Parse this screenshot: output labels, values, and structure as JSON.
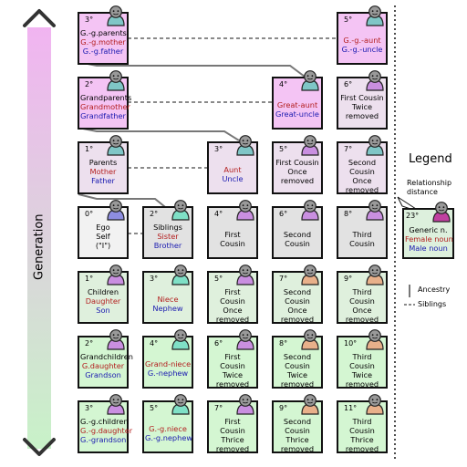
{
  "generation_label": "Generation",
  "legend": {
    "title": "Legend",
    "distance_label": "Relationship distance",
    "sample": {
      "degree": "23°",
      "lines": [
        "Generic n.",
        "Female noun",
        "Male noun"
      ]
    },
    "ancestry": "Ancestry",
    "siblings": "Siblings"
  },
  "colors": {
    "ancestors": "#f4c4f4",
    "ancestor_siblings": "#ede0ee",
    "ego": "#f2f2f2",
    "collateral_same_generation": "#e2e2e2",
    "descendants": "#dff0dd",
    "deep_descendants": "#d4f6d2",
    "male": "#1a1ab0",
    "female": "#b31e1e",
    "arrow_top": "#f1b4f1",
    "arrow_bottom": "#c8f2c8"
  },
  "nodes": [
    {
      "id": "gg-parents",
      "degree": "3°",
      "lines": [
        [
          "G.-g.parents",
          "m"
        ],
        [
          "G.-g.mother",
          "f"
        ],
        [
          "G.-g.father",
          "n"
        ]
      ]
    },
    {
      "id": "gg-aunt",
      "degree": "5°",
      "lines": [
        [
          "G.-g.-aunt",
          "f"
        ],
        [
          "G.-g.-uncle",
          "n"
        ]
      ]
    },
    {
      "id": "grandparents",
      "degree": "2°",
      "lines": [
        [
          "Grandparents",
          "m"
        ],
        [
          "Grandmother",
          "f"
        ],
        [
          "Grandfather",
          "n"
        ]
      ]
    },
    {
      "id": "great-aunt",
      "degree": "4°",
      "lines": [
        [
          "Great-aunt",
          "f"
        ],
        [
          "Great-uncle",
          "n"
        ]
      ]
    },
    {
      "id": "first-cousin-twice-removed-top",
      "degree": "6°",
      "lines": [
        [
          "First Cousin",
          "m"
        ],
        [
          "Twice",
          "m"
        ],
        [
          "removed",
          "m"
        ]
      ]
    },
    {
      "id": "parents",
      "degree": "1°",
      "lines": [
        [
          "Parents",
          "m"
        ],
        [
          "Mother",
          "f"
        ],
        [
          "Father",
          "n"
        ]
      ]
    },
    {
      "id": "aunt",
      "degree": "3°",
      "lines": [
        [
          "Aunt",
          "f"
        ],
        [
          "Uncle",
          "n"
        ]
      ]
    },
    {
      "id": "first-cousin-once-removed-top",
      "degree": "5°",
      "lines": [
        [
          "First Cousin",
          "m"
        ],
        [
          "Once",
          "m"
        ],
        [
          "removed",
          "m"
        ]
      ]
    },
    {
      "id": "second-cousin-once-removed-top",
      "degree": "7°",
      "lines": [
        [
          "Second",
          "m"
        ],
        [
          "Cousin",
          "m"
        ],
        [
          "Once",
          "m"
        ],
        [
          "removed",
          "m"
        ]
      ]
    },
    {
      "id": "ego",
      "degree": "0°",
      "lines": [
        [
          "Ego",
          "m"
        ],
        [
          "Self",
          "m"
        ],
        [
          "(\"I\")",
          "m"
        ]
      ]
    },
    {
      "id": "siblings",
      "degree": "2°",
      "lines": [
        [
          "Siblings",
          "m"
        ],
        [
          "Sister",
          "f"
        ],
        [
          "Brother",
          "n"
        ]
      ]
    },
    {
      "id": "first-cousin",
      "degree": "4°",
      "lines": [
        [
          "First",
          "m"
        ],
        [
          "Cousin",
          "m"
        ]
      ]
    },
    {
      "id": "second-cousin",
      "degree": "6°",
      "lines": [
        [
          "Second",
          "m"
        ],
        [
          "Cousin",
          "m"
        ]
      ]
    },
    {
      "id": "third-cousin",
      "degree": "8°",
      "lines": [
        [
          "Third",
          "m"
        ],
        [
          "Cousin",
          "m"
        ]
      ]
    },
    {
      "id": "children",
      "degree": "1°",
      "lines": [
        [
          "Children",
          "m"
        ],
        [
          "Daughter",
          "f"
        ],
        [
          "Son",
          "n"
        ]
      ]
    },
    {
      "id": "niece",
      "degree": "3°",
      "lines": [
        [
          "Niece",
          "f"
        ],
        [
          "Nephew",
          "n"
        ]
      ]
    },
    {
      "id": "first-cousin-once-removed-down",
      "degree": "5°",
      "lines": [
        [
          "First",
          "m"
        ],
        [
          "Cousin",
          "m"
        ],
        [
          "Once",
          "m"
        ],
        [
          "removed",
          "m"
        ]
      ]
    },
    {
      "id": "second-cousin-once-removed-down",
      "degree": "7°",
      "lines": [
        [
          "Second",
          "m"
        ],
        [
          "Cousin",
          "m"
        ],
        [
          "Once",
          "m"
        ],
        [
          "removed",
          "m"
        ]
      ]
    },
    {
      "id": "third-cousin-once-removed",
      "degree": "9°",
      "lines": [
        [
          "Third",
          "m"
        ],
        [
          "Cousin",
          "m"
        ],
        [
          "Once",
          "m"
        ],
        [
          "removed",
          "m"
        ]
      ]
    },
    {
      "id": "grandchildren",
      "degree": "2°",
      "lines": [
        [
          "Grandchildren",
          "m"
        ],
        [
          "G.daughter",
          "f"
        ],
        [
          "Grandson",
          "n"
        ]
      ]
    },
    {
      "id": "grand-niece",
      "degree": "4°",
      "lines": [
        [
          "Grand-niece",
          "f"
        ],
        [
          "G.-nephew",
          "n"
        ]
      ]
    },
    {
      "id": "first-cousin-twice-removed-down",
      "degree": "6°",
      "lines": [
        [
          "First",
          "m"
        ],
        [
          "Cousin",
          "m"
        ],
        [
          "Twice",
          "m"
        ],
        [
          "removed",
          "m"
        ]
      ]
    },
    {
      "id": "second-cousin-twice-removed",
      "degree": "8°",
      "lines": [
        [
          "Second",
          "m"
        ],
        [
          "Cousin",
          "m"
        ],
        [
          "Twice",
          "m"
        ],
        [
          "removed",
          "m"
        ]
      ]
    },
    {
      "id": "third-cousin-twice-removed",
      "degree": "10°",
      "lines": [
        [
          "Third",
          "m"
        ],
        [
          "Cousin",
          "m"
        ],
        [
          "Twice",
          "m"
        ],
        [
          "removed",
          "m"
        ]
      ]
    },
    {
      "id": "gg-children",
      "degree": "3°",
      "lines": [
        [
          "G.-g.children",
          "m"
        ],
        [
          "G.-g.daughter",
          "f"
        ],
        [
          "G.-grandson",
          "n"
        ]
      ]
    },
    {
      "id": "gg-niece",
      "degree": "5°",
      "lines": [
        [
          "G.-g.niece",
          "f"
        ],
        [
          "G.-g.nephew",
          "n"
        ]
      ]
    },
    {
      "id": "first-cousin-thrice-removed",
      "degree": "7°",
      "lines": [
        [
          "First",
          "m"
        ],
        [
          "Cousin",
          "m"
        ],
        [
          "Thrice",
          "m"
        ],
        [
          "removed",
          "m"
        ]
      ]
    },
    {
      "id": "second-cousin-thrice-removed",
      "degree": "9°",
      "lines": [
        [
          "Second",
          "m"
        ],
        [
          "Cousin",
          "m"
        ],
        [
          "Thrice",
          "m"
        ],
        [
          "removed",
          "m"
        ]
      ]
    },
    {
      "id": "third-cousin-thrice-removed",
      "degree": "11°",
      "lines": [
        [
          "Third",
          "m"
        ],
        [
          "Cousin",
          "m"
        ],
        [
          "Thrice",
          "m"
        ],
        [
          "removed",
          "m"
        ]
      ]
    }
  ]
}
